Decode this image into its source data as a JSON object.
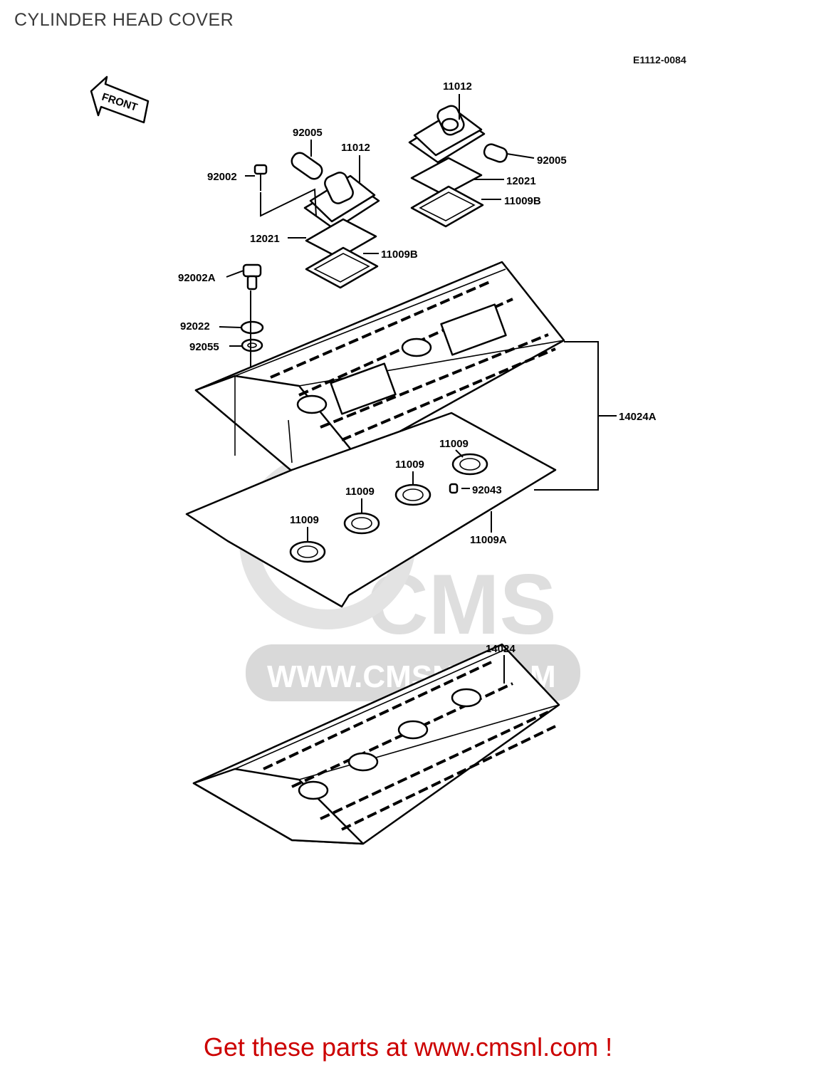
{
  "header": {
    "title": "CYLINDER HEAD COVER"
  },
  "diagram": {
    "code": "E1112-0084",
    "front_marker": "FRONT",
    "watermark": {
      "brand": "CMS",
      "url": "WWW.CMSNL.COM"
    },
    "callouts": [
      {
        "id": "c-11012-top",
        "text": "11012"
      },
      {
        "id": "c-92005-left",
        "text": "92005"
      },
      {
        "id": "c-11012-left",
        "text": "11012"
      },
      {
        "id": "c-92002",
        "text": "92002"
      },
      {
        "id": "c-92005-right",
        "text": "92005"
      },
      {
        "id": "c-12021-right",
        "text": "12021"
      },
      {
        "id": "c-11009b-right",
        "text": "11009B"
      },
      {
        "id": "c-12021-left",
        "text": "12021"
      },
      {
        "id": "c-11009b-left",
        "text": "11009B"
      },
      {
        "id": "c-92002a",
        "text": "92002A"
      },
      {
        "id": "c-92022",
        "text": "92022"
      },
      {
        "id": "c-92055",
        "text": "92055"
      },
      {
        "id": "c-14024a",
        "text": "14024A"
      },
      {
        "id": "c-11009-a",
        "text": "11009"
      },
      {
        "id": "c-11009-b",
        "text": "11009"
      },
      {
        "id": "c-92043",
        "text": "92043"
      },
      {
        "id": "c-11009-c",
        "text": "11009"
      },
      {
        "id": "c-11009-d",
        "text": "11009"
      },
      {
        "id": "c-11009a",
        "text": "11009A"
      },
      {
        "id": "c-14024",
        "text": "14024"
      }
    ]
  },
  "footer": {
    "cta": "Get these parts at www.cmsnl.com !"
  }
}
